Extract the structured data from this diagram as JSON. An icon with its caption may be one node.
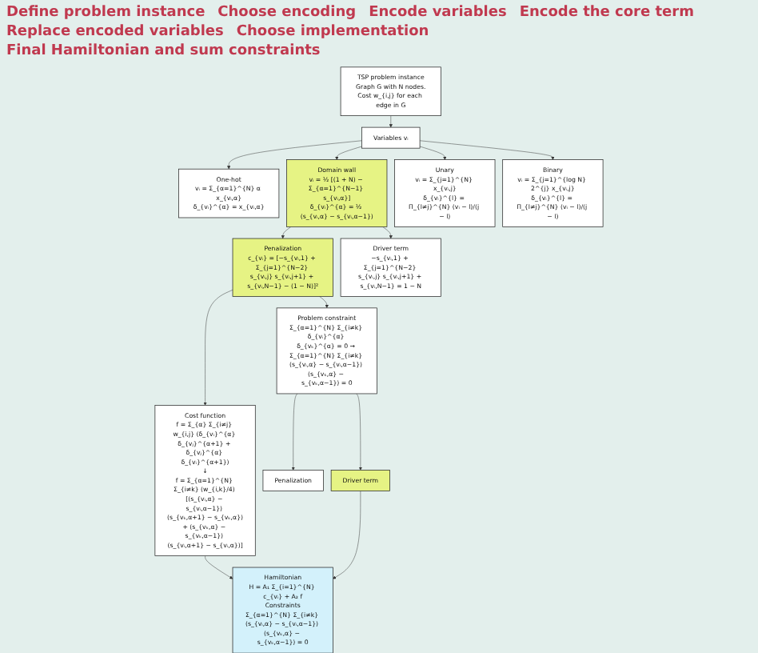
{
  "diagram": {
    "nodes": [
      {
        "text": [
          "TSP problem instance",
          "Graph G with N nodes.",
          "Cost w_{i,j} for each edge in G"
        ]
      },
      {
        "text": [
          "Variables vᵢ"
        ]
      },
      {
        "text": [
          "One-hot",
          "vᵢ = Σ_{α=1}^{N} α x_{vᵢ,α}",
          "δ_{vᵢ}^{α} = x_{vᵢ,α}"
        ]
      },
      {
        "text": [
          "Domain wall",
          "vᵢ = ½ [(1 + N) − Σ_{α=1}^{N−1} s_{vᵢ,α}]",
          "δ_{vᵢ}^{α} = ½ (s_{vᵢ,α} − s_{vᵢ,α−1})"
        ]
      },
      {
        "text": [
          "Unary",
          "vᵢ = Σ_{j=1}^{N} x_{vᵢ,j}",
          "δ_{vᵢ}^{l} = Π_{l≠j}^{N} (vᵢ − l)/(j − l)"
        ]
      },
      {
        "text": [
          "Binary",
          "vᵢ = Σ_{j=1}^{log N} 2^{j} x_{vᵢ,j}",
          "δ_{vᵢ}^{l} = Π_{l≠j}^{N} (vᵢ − l)/(j − l)"
        ]
      },
      {
        "text": [
          "Penalization",
          "c_{vᵢ} = [−s_{vᵢ,1} + Σ_{j=1}^{N−2} s_{vᵢ,j} s_{vᵢ,j+1} + s_{vᵢ,N−1} − (1 − N)]²"
        ]
      },
      {
        "text": [
          "Driver term",
          "−s_{vᵢ,1} + Σ_{j=1}^{N−2} s_{vᵢ,j} s_{vᵢ,j+1} + s_{vᵢ,N−1} = 1 − N"
        ]
      },
      {
        "text": [
          "Cost function",
          "f = Σ_{α} Σ_{i≠j} w_{i,j} (δ_{vᵢ}^{α} δ_{vⱼ}^{α+1} + δ_{vⱼ}^{α} δ_{vᵢ}^{α+1})",
          "↓",
          "f = Σ_{α=1}^{N} Σ_{i≠k} (w_{i,k}/4) [(s_{vᵢ,α} − s_{vᵢ,α−1}) (s_{vₖ,α+1} − s_{vₖ,α})",
          "+ (s_{vₖ,α} − s_{vₖ,α−1}) (s_{vᵢ,α+1} − s_{vᵢ,α})]"
        ]
      },
      {
        "text": [
          "Problem constraint",
          "Σ_{α=1}^{N} Σ_{i≠k} δ_{vᵢ}^{α} δ_{vₖ}^{α} = 0 → Σ_{α=1}^{N} Σ_{i≠k} (s_{vᵢ,α} − s_{vᵢ,α−1}) (s_{vₖ,α} − s_{vₖ,α−1}) = 0"
        ]
      },
      {
        "text": [
          "Penalization"
        ]
      },
      {
        "text": [
          "Driver term"
        ]
      },
      {
        "text": [
          "Hamiltonian",
          "H = A₁ Σ_{i=1}^{N} c_{vᵢ} + A₂ f",
          "Constraints",
          "Σ_{α=1}^{N} Σ_{i≠k} (s_{vᵢ,α} − s_{vᵢ,α−1}) (s_{vₖ,α} − s_{vₖ,α−1}) = 0"
        ]
      }
    ],
    "edges": [
      {
        "from": 0,
        "to": 1,
        "arrow": "to"
      },
      {
        "from": 1,
        "to": 2,
        "arrow": "to"
      },
      {
        "from": 1,
        "to": 3,
        "arrow": "to"
      },
      {
        "from": 1,
        "to": 4,
        "arrow": "to"
      },
      {
        "from": 1,
        "to": 5,
        "arrow": "to"
      },
      {
        "from": 3,
        "to": 6,
        "arrow": "to"
      },
      {
        "from": 3,
        "to": 7,
        "arrow": "to"
      },
      {
        "from": 6,
        "to": 8,
        "arrow": "to"
      },
      {
        "from": 6,
        "to": 9,
        "arrow": "to"
      },
      {
        "from": 9,
        "to": 10,
        "arrow": "to"
      },
      {
        "from": 9,
        "to": 11,
        "arrow": "to"
      },
      {
        "from": 8,
        "to": 12,
        "arrow": "to"
      },
      {
        "from": 11,
        "to": 12,
        "arrow": "to"
      }
    ],
    "labels": [
      "Define problem instance",
      "Choose encoding",
      "Encode variables",
      "Encode the core term",
      "Replace encoded variables",
      "Choose implementation",
      "Final Hamiltonian and sum constraints"
    ]
  }
}
